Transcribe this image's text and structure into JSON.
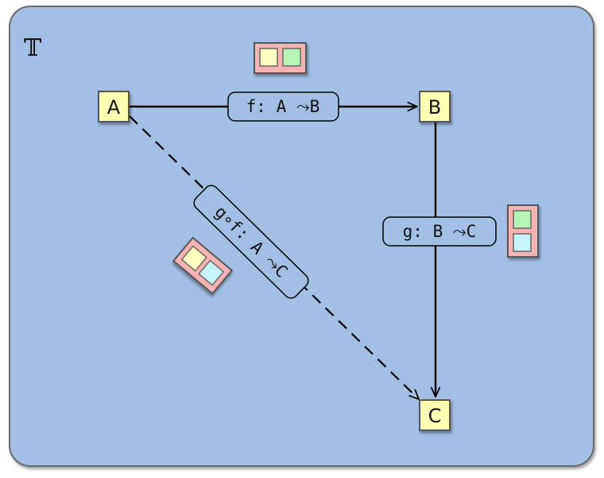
{
  "category_symbol": "𝕋",
  "nodes": {
    "a": "A",
    "b": "B",
    "c": "C"
  },
  "morphisms": {
    "f": {
      "label": "f: A ⤳B"
    },
    "g": {
      "label": "g: B ⤳C"
    },
    "gf": {
      "label": "g∘f: A ⤳C"
    }
  },
  "colors": {
    "background": "#a3bfe5",
    "frame_stroke": "#6b6b6b",
    "node_fill": "#ffffb4",
    "badge_fill": "#f5b3b3",
    "cell_yellow": "#ffffc0",
    "cell_green": "#b7f5b7",
    "cell_cyan": "#c6f4f8"
  }
}
